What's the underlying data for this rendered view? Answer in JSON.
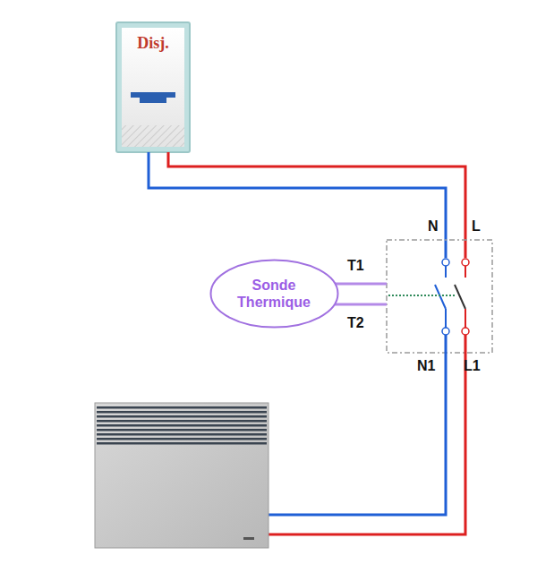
{
  "diagram": {
    "nodes": [
      {
        "text": [
          "Disj."
        ]
      },
      {
        "text": [
          "Sonde Thermique"
        ]
      }
    ],
    "labels": [
      "N",
      "L",
      "T1",
      "T2",
      "N1",
      "L1"
    ]
  }
}
